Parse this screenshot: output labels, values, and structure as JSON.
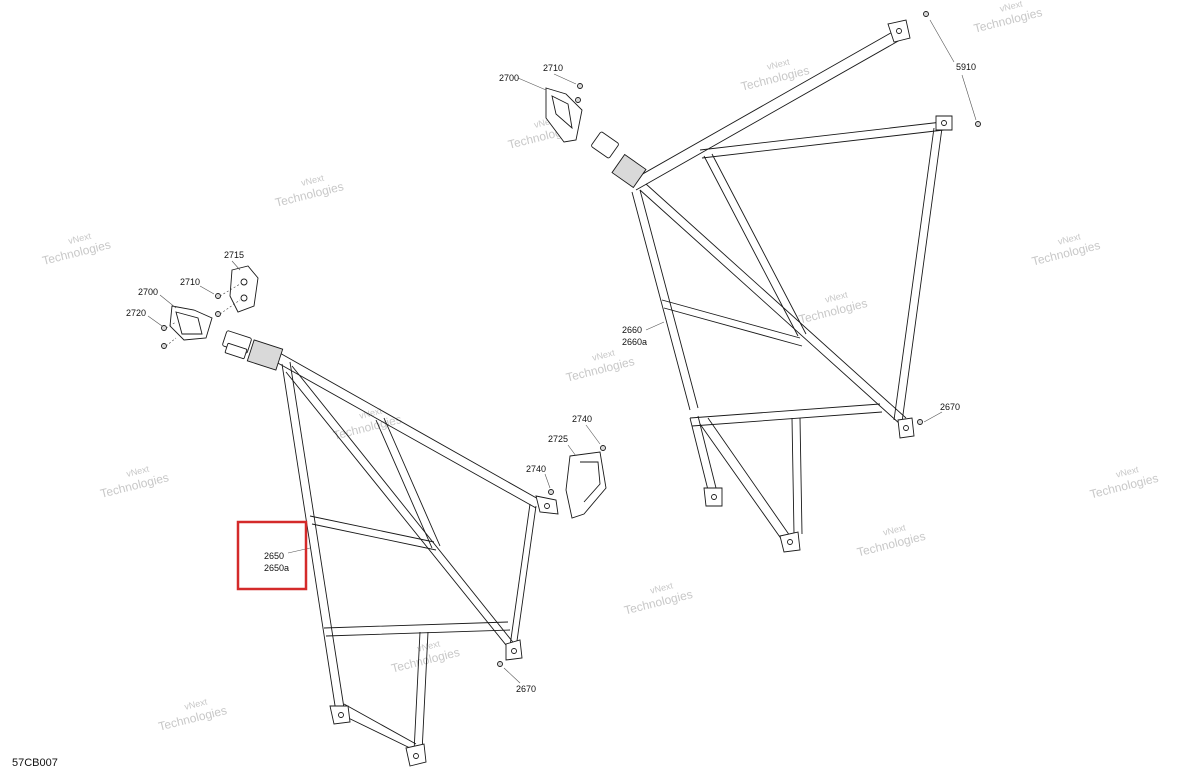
{
  "diagram": {
    "figure_id": "57CB007",
    "watermark_text": [
      "vNext",
      "Technologies"
    ],
    "highlight_color": "#d42a2a",
    "labels": {
      "l_2715": "2715",
      "l_2710_left": "2710",
      "l_2700_left": "2700",
      "l_2720": "2720",
      "l_2740_top": "2740",
      "l_2725": "2725",
      "l_2740_mid": "2740",
      "l_2650": "2650",
      "l_2650a": "2650a",
      "l_2670_left": "2670",
      "l_2710_right": "2710",
      "l_2700_right": "2700",
      "l_5910": "5910",
      "l_2660": "2660",
      "l_2660a": "2660a",
      "l_2670_right": "2670"
    }
  }
}
